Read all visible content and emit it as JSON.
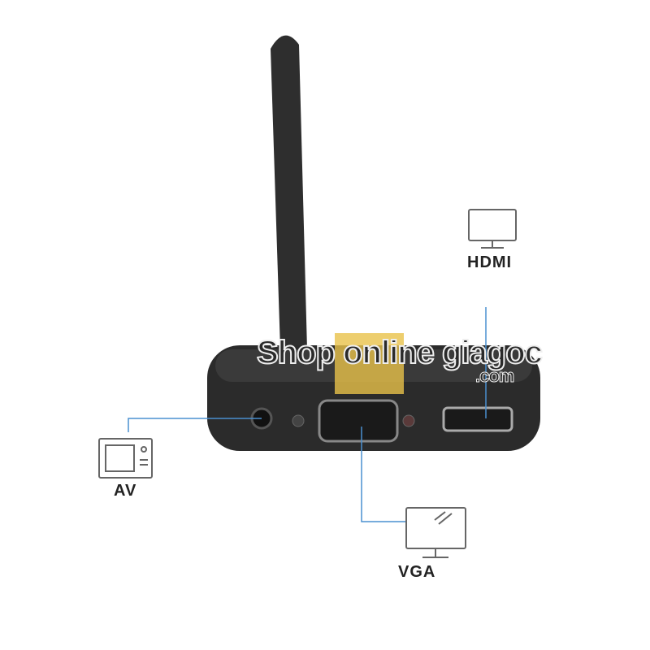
{
  "labels": {
    "hdmi": "HDMI",
    "av": "AV",
    "vga": "VGA"
  },
  "watermark": {
    "line1": "Shop online giagoc",
    "line2": ".com"
  },
  "colors": {
    "line": "#4a90d0",
    "device": "#2b2b2b",
    "icon": "#666666",
    "logo_gold": "#e8c24a"
  }
}
